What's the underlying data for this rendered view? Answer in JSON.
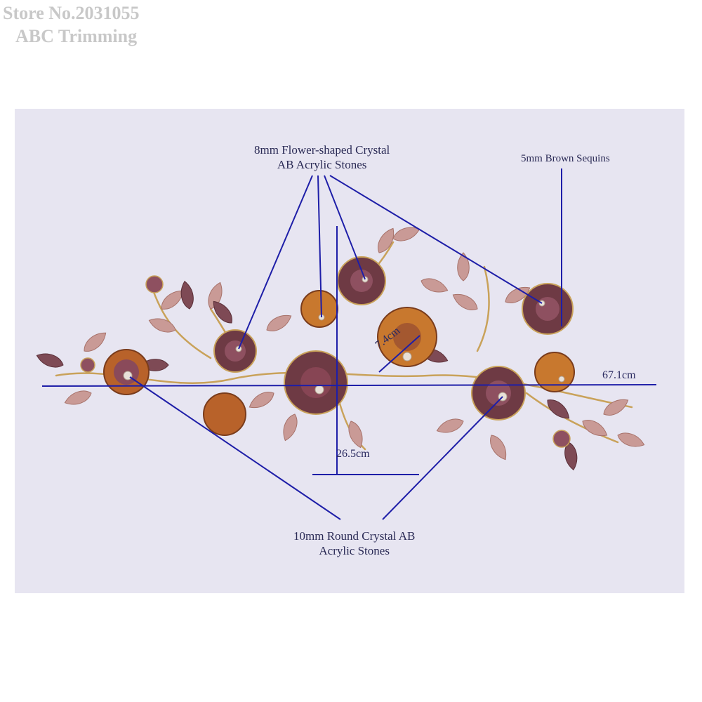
{
  "watermark": {
    "store": "Store No.2031055",
    "brand": "ABC Trimming"
  },
  "annotations": {
    "flower_stones": [
      "8mm Flower-shaped Crystal",
      "AB Acrylic Stones"
    ],
    "sequins": "5mm Brown Sequins",
    "round_stones": [
      "10mm Round Crystal AB",
      "Acrylic Stones"
    ],
    "width": "67.1cm",
    "height": "26.5cm",
    "flower_size": "7.4cm"
  },
  "colors": {
    "backdrop": "#e7e5f1",
    "pointer_line": "#1e1ea8",
    "dark_rose": "#6e3a44",
    "copper_flower": "#b8622a",
    "pink_leaf": "#c99a96",
    "gold_thread": "#c9a25a"
  }
}
